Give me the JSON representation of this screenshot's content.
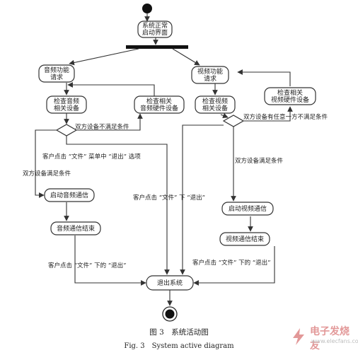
{
  "nodes": {
    "normal_start": "系统正常|启动界面",
    "audio_request": "音频功能|请求",
    "check_audio": "检查音频|相关设备",
    "check_audio_hw": "检查相关|音频硬件设备",
    "start_audio": "启动音频通信",
    "audio_end": "音频通信结束",
    "video_request": "视频功能|请求",
    "check_video": "检查视频|相关设备",
    "check_video_hw": "检查相关|视频硬件设备",
    "start_video": "启动视频通信",
    "video_end": "视频通信结束",
    "exit": "退出系统"
  },
  "labels": {
    "audio_not_satisfied": "双方设备不满足条件",
    "audio_satisfied": "双方设备满足条件",
    "audio_menu_exit": "客户点击 “文件” 菜单中 “退出” 选项",
    "client_exit_1": "客户点击 “文件” 下 “退出”",
    "video_not_satisfied": "双方设备有任意一方不满足条件",
    "video_satisfied": "双方设备满足条件",
    "audio_end_exit": "客户点击 “文件” 下的 “退出”",
    "video_end_exit": "客户点击 “文件” 下的 “退出”"
  },
  "caption": {
    "zh": "图 3　系统活动图",
    "en": "Fig. 3　System active diagram"
  },
  "watermark": {
    "name": "电子发烧友",
    "url": "www.elecfans.com"
  },
  "colors": {
    "line": "#333333",
    "node_fill": "#ffffff"
  }
}
